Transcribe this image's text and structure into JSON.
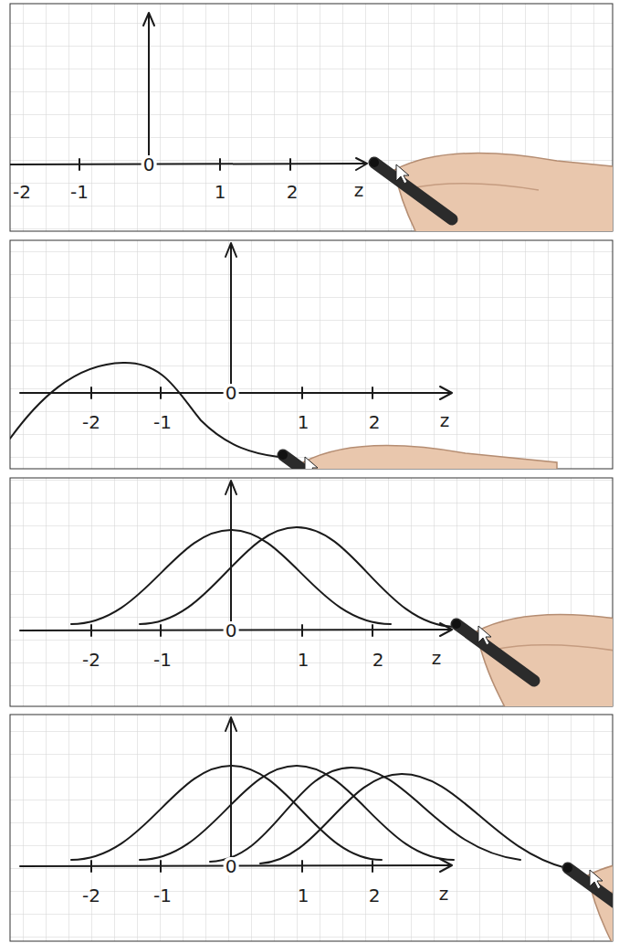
{
  "diagram": {
    "labels": [
      "-2",
      "-1",
      "0",
      "1",
      "2",
      "z",
      "-2",
      "-1",
      "0",
      "1",
      "2",
      "z",
      "-2",
      "-1",
      "0",
      "1",
      "2",
      "z",
      "-2",
      "-1",
      "0",
      "1",
      "2",
      "z"
    ]
  }
}
